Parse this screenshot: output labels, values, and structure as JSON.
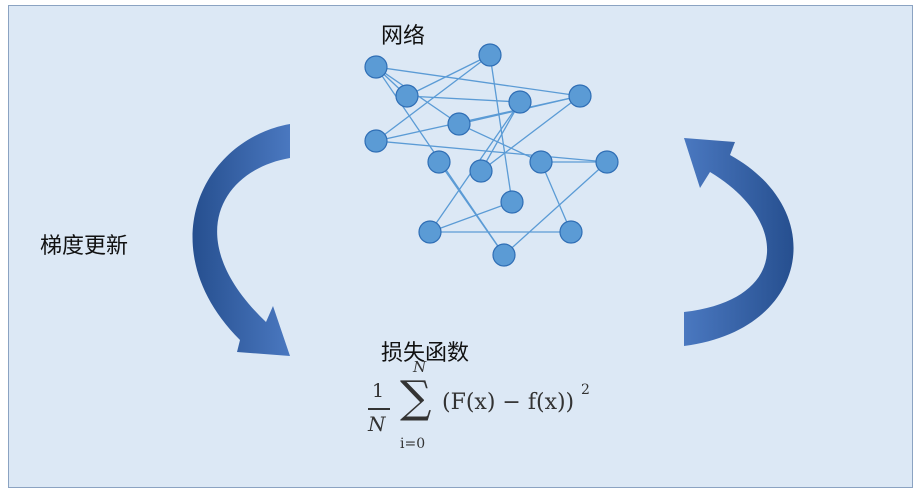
{
  "diagram": {
    "labels": {
      "network": "网络",
      "gradient_update": "梯度更新",
      "loss_function": "损失函数"
    },
    "formula": {
      "frac_numerator": "1",
      "frac_denominator": "N",
      "sum_upper": "N",
      "sum_symbol": "∑",
      "sum_lower": "i=0",
      "expression": "(F(x) − f(x))",
      "exponent": "2"
    },
    "colors": {
      "background": "#dce8f5",
      "border": "#8ba3c2",
      "node_fill": "#5b9bd5",
      "node_stroke": "#2f6eb5",
      "edge": "#5b9bd5",
      "arrow": "#3d6ab3"
    }
  }
}
